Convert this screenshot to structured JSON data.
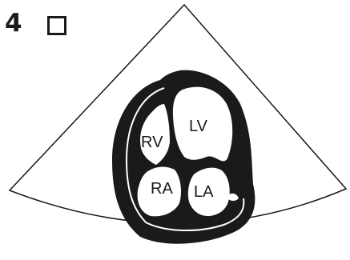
{
  "figure": {
    "view_number": "4",
    "chambers": {
      "lv": "LV",
      "rv": "RV",
      "ra": "RA",
      "la": "LA"
    }
  },
  "colors": {
    "myocardium": "#1a1a1a",
    "cavity": "#ffffff",
    "outline": "#1a1a1a",
    "background": "#ffffff"
  },
  "icons": [
    "checkbox-empty-icon"
  ]
}
